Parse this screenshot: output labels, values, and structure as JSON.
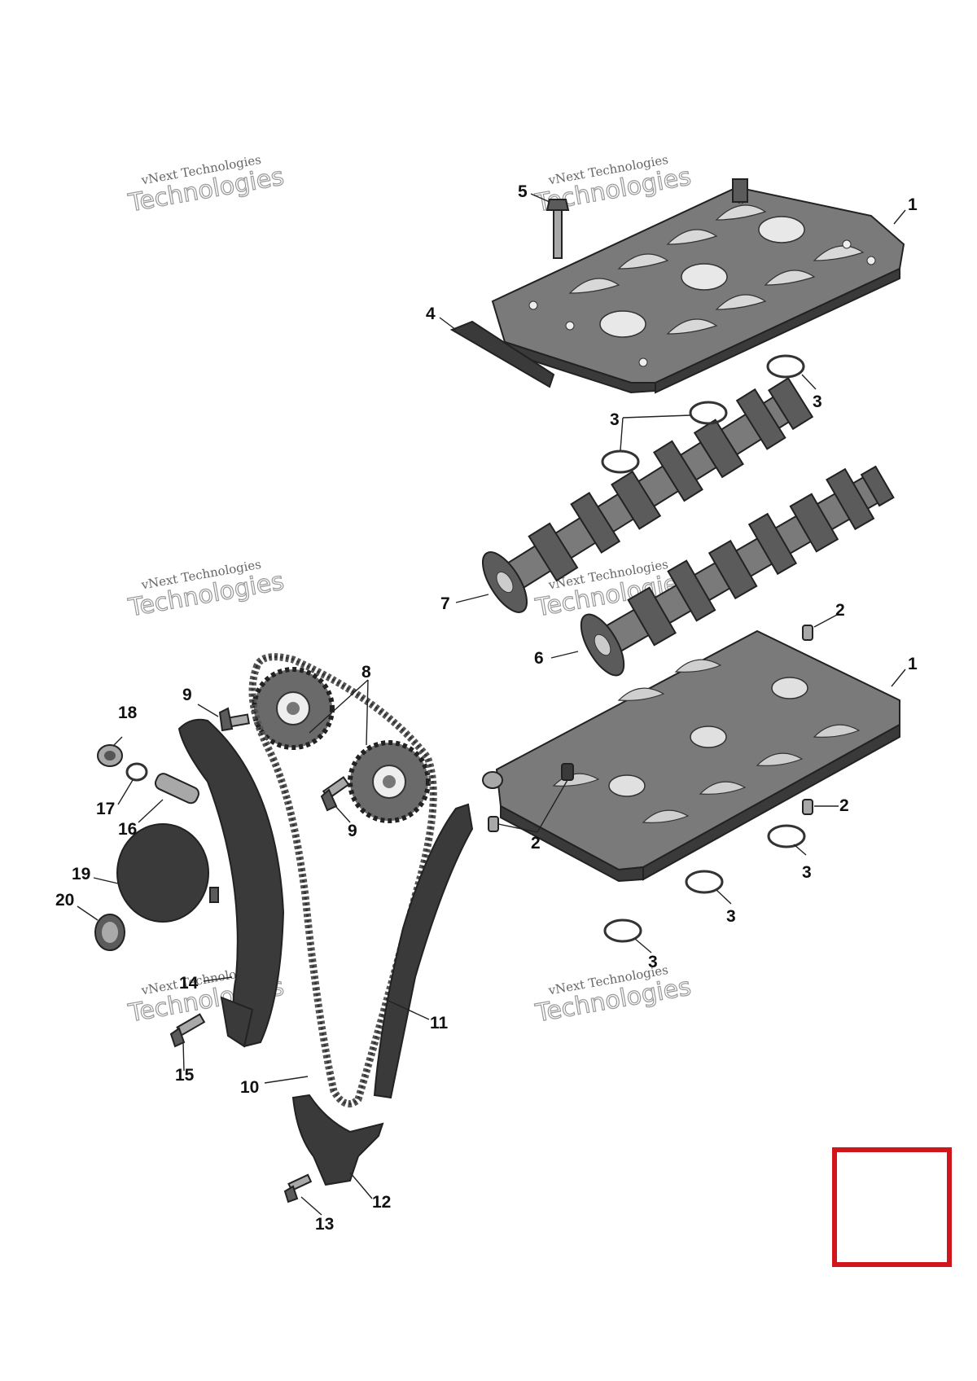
{
  "diagram": {
    "watermark": {
      "line1": "vNext Technologies",
      "line2": "Technologies"
    },
    "callouts": [
      "1",
      "1",
      "2",
      "2",
      "2",
      "2",
      "3",
      "3",
      "3",
      "3",
      "3",
      "3",
      "4",
      "5",
      "6",
      "7",
      "8",
      "9",
      "9",
      "10",
      "11",
      "12",
      "13",
      "14",
      "15",
      "16",
      "17",
      "18",
      "19",
      "20"
    ],
    "frame_color": "#d0151b",
    "part_color": "#7a7a7a"
  }
}
